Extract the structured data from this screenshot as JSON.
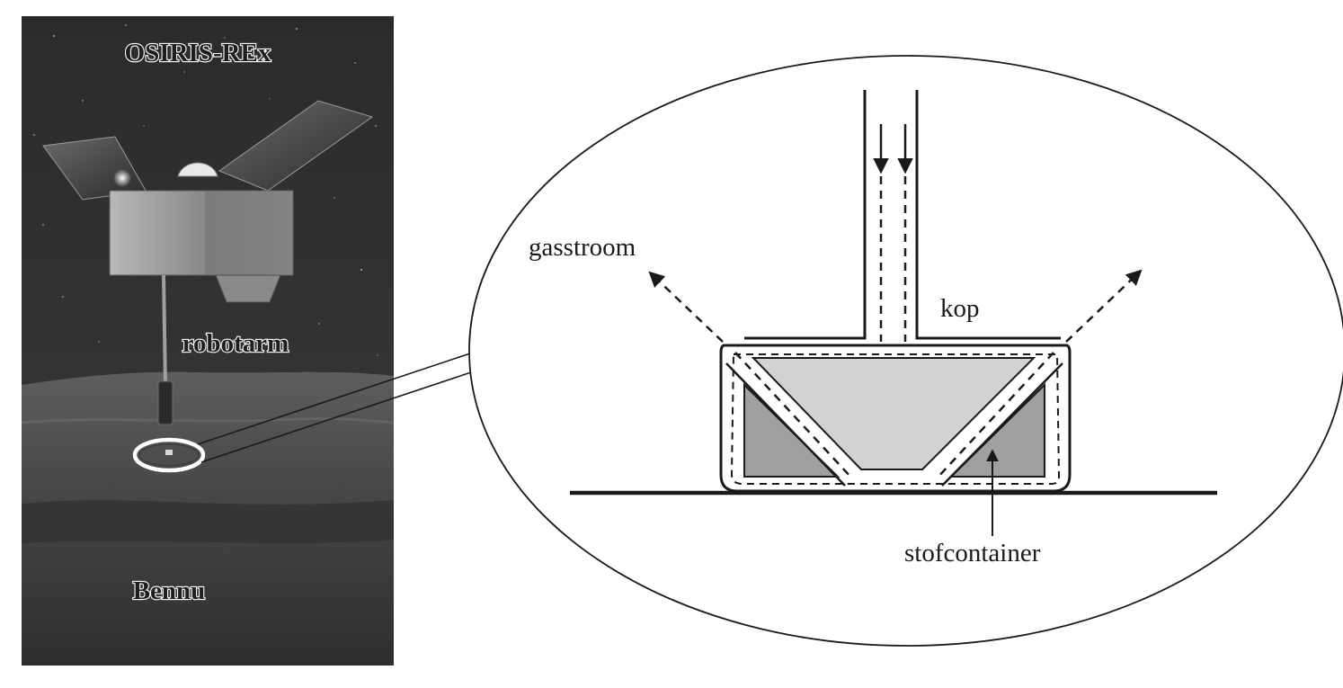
{
  "photo": {
    "spacecraft_label": "OSIRIS-REx",
    "arm_label": "robotarm",
    "asteroid_label": "Bennu"
  },
  "diagram": {
    "gas_flow_label": "gasstroom",
    "head_label": "kop",
    "container_label": "stofcontainer"
  }
}
